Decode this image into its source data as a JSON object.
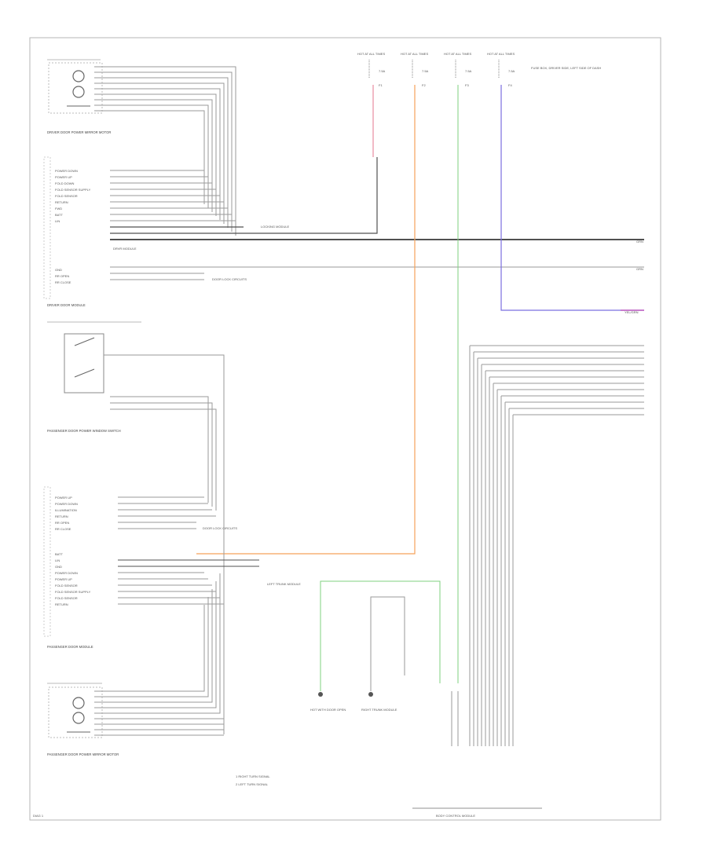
{
  "colors": {
    "wire": "#9a9a9a",
    "black": "#505050",
    "pink": "#e98b9f",
    "orange": "#f5a25a",
    "green": "#7fd07f",
    "blue": "#7b6fe0",
    "violet": "#c060c0"
  },
  "fuses": {
    "f1": {
      "top": "HOT AT ALL TIMES",
      "rating": "7.5A",
      "id": "F1"
    },
    "f2": {
      "top": "HOT AT ALL TIMES",
      "rating": "7.5A",
      "id": "F2"
    },
    "f3": {
      "top": "HOT AT ALL TIMES",
      "rating": "7.5A",
      "id": "F3"
    },
    "f4": {
      "top": "HOT AT ALL TIMES",
      "rating": "7.5A",
      "id": "F4"
    },
    "note": "FUSE BOX, DRIVER SIDE, LEFT SIDE OF DASH"
  },
  "driver": {
    "mirror_caption": "DRIVER DOOR POWER MIRROR MOTOR",
    "module_caption": "DRIVER DOOR MODULE",
    "pin_labels": [
      "POWER DOWN",
      "POWER UP",
      "FOLD DOWN",
      "FOLD SENSOR SUPPLY",
      "FOLD SENSOR",
      "RETURN",
      "FWD",
      "BATT",
      "LIN"
    ],
    "lower_labels": [
      "GND",
      "RR OPEN",
      "RR CLOSE"
    ],
    "connector": "DRVR MODULE",
    "ref_lower": "DOOR LOCK CIRCUITS",
    "ref_upper": "LOCKING MODULE"
  },
  "passenger": {
    "window_caption": "PASSENGER DOOR POWER WINDOW SWITCH",
    "module_caption": "PASSENGER DOOR MODULE",
    "mirror_caption": "PASSENGER DOOR POWER MIRROR MOTOR",
    "pin_labels": [
      "POWER UP",
      "POWER DOWN",
      "ILLUMINATION",
      "RETURN",
      "RR OPEN",
      "RR CLOSE"
    ],
    "pin_labels2": [
      "BATT",
      "LIN",
      "GND",
      "POWER DOWN",
      "POWER UP",
      "FOLD SENSOR",
      "FOLD SENSOR SUPPLY",
      "FOLD SENSOR",
      "RETURN"
    ],
    "ref": "DOOR LOCK CIRCUITS",
    "ground_label": "HOT WITH DOOR OPEN",
    "ground_note": "RIGHT TRUNK MODULE",
    "ground2": "LEFT TRUNK MODULE"
  },
  "right_refs": [
    "GRN",
    "GRN",
    "YEL/GRN"
  ],
  "legend": {
    "l1": "1   RIGHT TURN SIGNAL",
    "l2": "2   LEFT TURN SIGNAL"
  },
  "footer_left": "DIAG 1",
  "footer_right": "BODY CONTROL MODULE"
}
